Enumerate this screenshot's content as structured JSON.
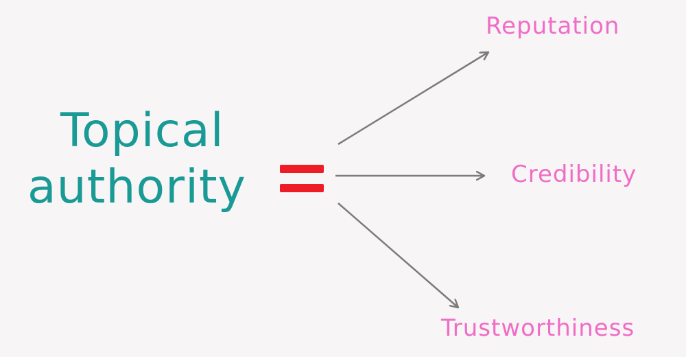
{
  "colors": {
    "background": "#f7f5f6",
    "subject": "#1a9a95",
    "equals": "#ee1c25",
    "outcomes": "#f06cc6",
    "arrow": "#7b7b7b"
  },
  "subject": {
    "line1": "Topical",
    "line2": "authority"
  },
  "outcomes": [
    {
      "label": "Reputation"
    },
    {
      "label": "Credibility"
    },
    {
      "label": "Trustworthiness"
    }
  ]
}
